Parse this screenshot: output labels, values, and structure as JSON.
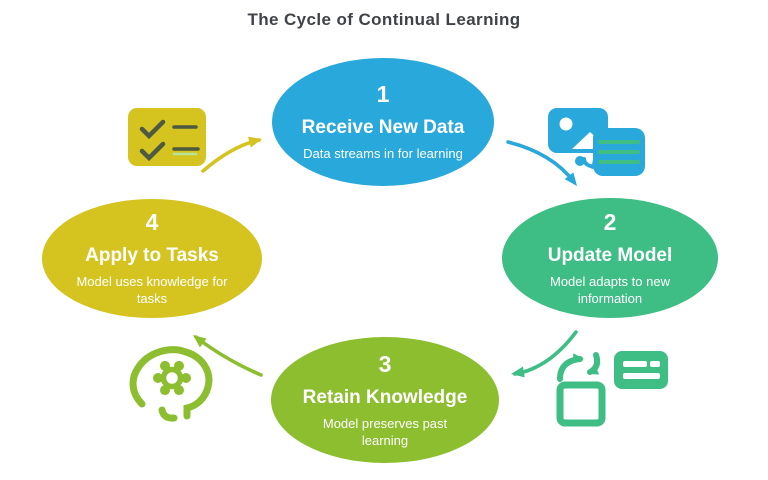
{
  "title": "The Cycle of Continual Learning",
  "title_color": "#3f4347",
  "background": "#ffffff",
  "steps": [
    {
      "number": "1",
      "title": "Receive New Data",
      "description": "Data streams in for learning",
      "color": "#29a8db"
    },
    {
      "number": "2",
      "title": "Update Model",
      "description": "Model adapts to new information",
      "color": "#3ebd85"
    },
    {
      "number": "3",
      "title": "Retain Knowledge",
      "description": "Model preserves past learning",
      "color": "#8cbe2f"
    },
    {
      "number": "4",
      "title": "Apply to Tasks",
      "description": "Model uses knowledge for tasks",
      "color": "#d5c420"
    }
  ],
  "arrows": [
    {
      "from": "4",
      "to": "1",
      "color": "#d5c420"
    },
    {
      "from": "1",
      "to": "2",
      "color": "#29a8db"
    },
    {
      "from": "2",
      "to": "3",
      "color": "#3ebd85"
    },
    {
      "from": "3",
      "to": "4",
      "color": "#8cbe2f"
    }
  ],
  "icons": {
    "checklist": {
      "name": "checklist-icon",
      "color": "#d5c420",
      "mark_color": "#4d5a40",
      "accent_color": "#b6e39a"
    },
    "data_stream": {
      "name": "data-stream-icon",
      "color": "#29a8db"
    },
    "database": {
      "name": "database-icon",
      "color": "#29a8db",
      "stripe_color": "#3ebd85"
    },
    "sync_box": {
      "name": "sync-box-icon",
      "color": "#3ebd85"
    },
    "server": {
      "name": "server-icon",
      "color": "#3ebd85"
    },
    "brain_gear": {
      "name": "brain-gear-icon",
      "color": "#8cbe2f"
    }
  }
}
